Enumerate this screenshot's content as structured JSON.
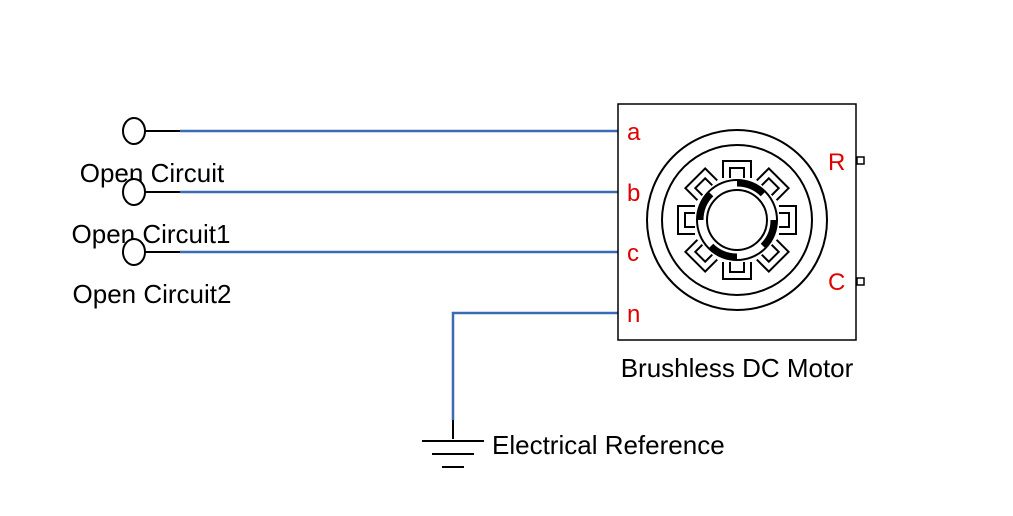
{
  "colors": {
    "wire": "#3a6bb5",
    "port_label": "#e00000",
    "stroke": "#000000",
    "background": "#ffffff"
  },
  "blocks": {
    "open_circuit": "Open Circuit",
    "open_circuit1": "Open Circuit1",
    "open_circuit2": "Open Circuit2",
    "motor": "Brushless DC Motor",
    "reference": "Electrical Reference"
  },
  "motor_ports": {
    "a": "a",
    "b": "b",
    "c": "c",
    "n": "n",
    "R": "R",
    "C": "C"
  },
  "icons": {
    "terminal": "open-circuit-terminal-icon",
    "motor": "bldc-motor-icon",
    "ground": "ground-icon"
  }
}
